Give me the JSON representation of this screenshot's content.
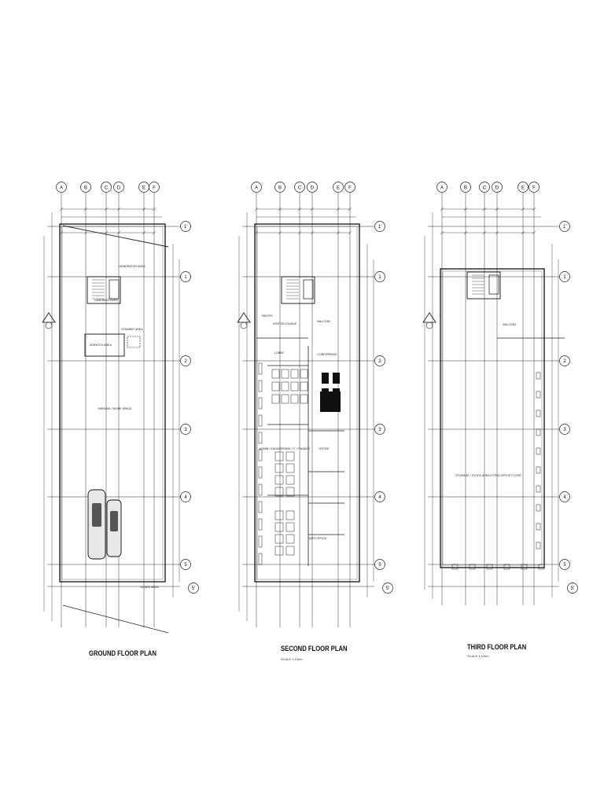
{
  "sheet": {
    "plans": [
      {
        "id": "ground",
        "title": "GROUND FLOOR  PLAN",
        "scale": "",
        "grid_columns": [
          "A",
          "B",
          "C",
          "D",
          "E",
          "F"
        ],
        "grid_rows": [
          "1'",
          "1",
          "2",
          "3",
          "4",
          "5",
          "5'"
        ],
        "rooms": [
          "GENERATOR AREA",
          "LANDING/STAIRS",
          "STANDBY AREA",
          "DISPATCH AREA",
          "PARKING / WORK SPACE",
          "GUARD AREA"
        ]
      },
      {
        "id": "second",
        "title": "SECOND FLOOR PLAN",
        "scale": "SCALE 1:100m",
        "grid_columns": [
          "A",
          "B",
          "C",
          "D",
          "E",
          "F"
        ],
        "grid_rows": [
          "1'",
          "1",
          "2",
          "3",
          "4",
          "5",
          "5'"
        ],
        "rooms": [
          "PANTRY",
          "VISITOR LOUNGE",
          "BALCONY",
          "LOBBY",
          "CONFERENCE",
          "ADMIN / ENGINEERING / IT / FINANCE",
          "OFFICE",
          "GM'S OFFICE"
        ]
      },
      {
        "id": "third",
        "title": "THIRD FLOOR PLAN",
        "scale": "SCALE 1:100m",
        "grid_columns": [
          "A",
          "B",
          "C",
          "D",
          "E",
          "F"
        ],
        "grid_rows": [
          "1'",
          "1",
          "2",
          "3",
          "4",
          "5",
          "5'"
        ],
        "rooms": [
          "BALCONY",
          "STORAGE / STOCK AREA EXTRA OFFICE FLOOR"
        ]
      }
    ]
  }
}
